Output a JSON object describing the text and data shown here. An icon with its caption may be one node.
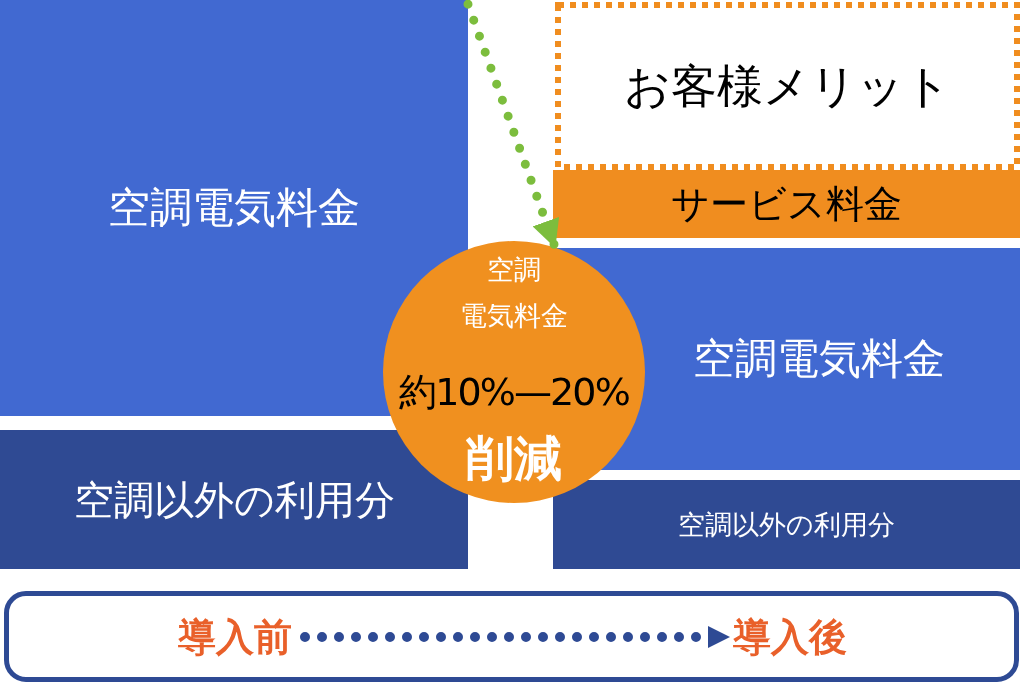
{
  "diagram": {
    "nodes": [
      {
        "text": [
          "空調電気料金"
        ]
      },
      {
        "text": [
          "お客様メリット"
        ]
      },
      {
        "text": [
          "サービス料金"
        ]
      },
      {
        "text": [
          "空調",
          "電気料金",
          "約10%—20%",
          "削減"
        ]
      },
      {
        "text": [
          "空調電気料金"
        ]
      },
      {
        "text": [
          "空調以外の利用分"
        ]
      },
      {
        "text": [
          "空調以外の利用分"
        ]
      },
      {
        "text": [],
        "shape": "box"
      },
      {
        "text": [
          "導入前"
        ],
        "in": 7
      },
      {
        "text": [
          "導入後"
        ],
        "in": 7
      }
    ],
    "edges": [
      {
        "from": 0,
        "to": 4,
        "arrow": "to",
        "style": "dashed",
        "color": "#7cbd3d"
      },
      {
        "from": 8,
        "to": 9,
        "arrow": "to",
        "style": "dashed",
        "color": "#2e4a94"
      }
    ]
  }
}
